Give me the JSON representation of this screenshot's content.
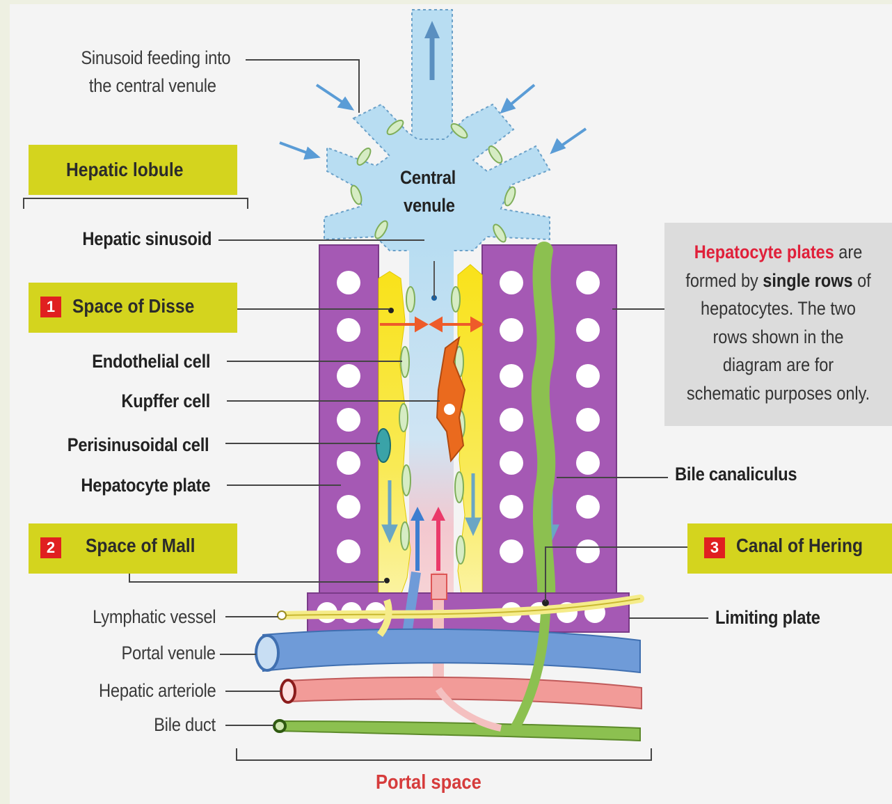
{
  "labels": {
    "sinusoid_feeding_line1": "Sinusoid feeding into",
    "sinusoid_feeding_line2": "the central venule",
    "hepatic_lobule": "Hepatic lobule",
    "central_venule_line1": "Central",
    "central_venule_line2": "venule",
    "hepatic_sinusoid": "Hepatic sinusoid",
    "space_of_disse": "Space of Disse",
    "space_of_disse_num": "1",
    "endothelial_cell": "Endothelial cell",
    "kupffer_cell": "Kupffer cell",
    "perisinusoidal_cell": "Perisinusoidal cell",
    "hepatocyte_plate": "Hepatocyte plate",
    "space_of_mall": "Space of Mall",
    "space_of_mall_num": "2",
    "lymphatic_vessel": "Lymphatic vessel",
    "portal_venule": "Portal venule",
    "hepatic_arteriole": "Hepatic arteriole",
    "bile_duct": "Bile duct",
    "portal_space": "Portal space",
    "bile_canaliculus": "Bile canaliculus",
    "canal_of_hering": "Canal of Hering",
    "canal_of_hering_num": "3",
    "limiting_plate": "Limiting plate"
  },
  "note": {
    "part1_red": "Hepatocyte plates",
    "part2": " are",
    "part3": "formed by ",
    "part4_bold": "single rows",
    "part5": " of",
    "line3": "hepatocytes. The two",
    "line4": "rows shown in the",
    "line5": "diagram are for",
    "line6": "schematic purposes only."
  },
  "colors": {
    "plate_purple": "#a559b4",
    "sinusoid_blue": "#b8ddf2",
    "disse_yellow": "#f7e62a",
    "kupffer_orange": "#ea6a1e",
    "bile_green": "#8cc050",
    "arteriole_red": "#f29b98",
    "venule_blue": "#6f9bd8",
    "lymph_yellow": "#f5ec8a",
    "label_box": "#d4d41e",
    "number_badge": "#e02020"
  }
}
